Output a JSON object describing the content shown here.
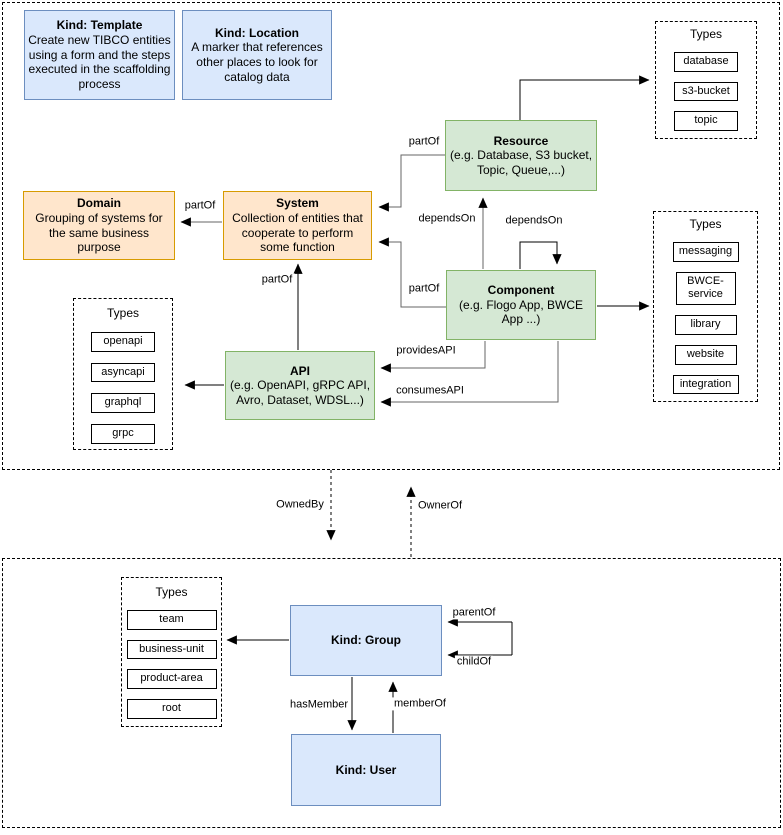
{
  "nodes": {
    "template": {
      "title": "Kind: Template",
      "desc": "Create new TIBCO entities using a form and the steps executed in the scaffolding process"
    },
    "location": {
      "title": "Kind: Location",
      "desc": "A marker that references other places to look for catalog data"
    },
    "resource": {
      "title": "Resource",
      "desc": "(e.g. Database, S3 bucket, Topic, Queue,...)"
    },
    "system": {
      "title": "System",
      "desc": "Collection of entities that cooperate to perform some function"
    },
    "domain": {
      "title": "Domain",
      "desc": "Grouping of systems for the same business purpose"
    },
    "component": {
      "title": "Component",
      "desc": "(e.g. Flogo App, BWCE App ...)"
    },
    "api": {
      "title": "API",
      "desc": "(e.g. OpenAPI, gRPC API, Avro, Dataset, WDSL...)"
    },
    "group": {
      "title": "Kind: Group"
    },
    "user": {
      "title": "Kind: User"
    }
  },
  "type_groups": {
    "resource_types": {
      "heading": "Types",
      "items": [
        "database",
        "s3-bucket",
        "topic"
      ]
    },
    "component_types": {
      "heading": "Types",
      "items": [
        "messaging",
        "BWCE-service",
        "library",
        "website",
        "integration"
      ]
    },
    "api_types": {
      "heading": "Types",
      "items": [
        "openapi",
        "asyncapi",
        "graphql",
        "grpc"
      ]
    },
    "group_types": {
      "heading": "Types",
      "items": [
        "team",
        "business-unit",
        "product-area",
        "root"
      ]
    }
  },
  "edge_labels": {
    "partof_resource_system": "partOf",
    "partof_component_system": "partOf",
    "partof_system_domain": "partOf",
    "partof_api_system": "partOf",
    "dependson_component_resource": "dependsOn",
    "dependson_component_self": "dependsOn",
    "providesapi": "providesAPI",
    "consumesapi": "consumesAPI",
    "ownedby": "OwnedBy",
    "ownerof": "OwnerOf",
    "parentof": "parentOf",
    "childof": "childOf",
    "hasmember": "hasMember",
    "memberof": "memberOf"
  },
  "colors": {
    "blue_fill": "#dae8fc",
    "blue_border": "#6c8ebf",
    "green_fill": "#d5e8d4",
    "green_border": "#82b366",
    "orange_fill": "#ffe6cc",
    "orange_border": "#d79b00",
    "line_black": "#000000",
    "line_gray": "#666666"
  }
}
